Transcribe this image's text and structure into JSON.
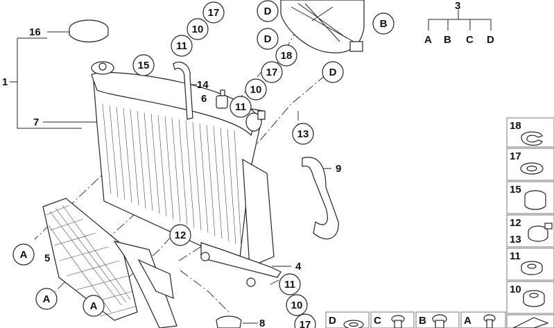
{
  "callouts": {
    "c17a": "17",
    "c10a": "10",
    "c11a": "11",
    "c15": "15",
    "c6": "6",
    "c11b": "11",
    "cD1": "D",
    "cD2": "D",
    "cB": "B",
    "cD3": "D",
    "c18": "18",
    "c17b": "17",
    "c10b": "10",
    "c13": "13",
    "c12": "12",
    "c11c": "11",
    "c10c": "10",
    "c17c": "17",
    "cA1": "A",
    "cA2": "A",
    "cA3": "A"
  },
  "labels": {
    "l16": "16",
    "l1": "1",
    "l7": "7",
    "l14": "14",
    "l9": "9",
    "l5": "5",
    "l4": "4",
    "l8": "8",
    "l3": "3",
    "l3A": "A",
    "l3B": "B",
    "l3C": "C",
    "l3D": "D"
  },
  "legend": {
    "items": [
      {
        "num": "18"
      },
      {
        "num": "17"
      },
      {
        "num": "15"
      },
      {
        "num": "12",
        "num2": "13"
      },
      {
        "num": "11"
      },
      {
        "num": "10"
      }
    ],
    "bottom": [
      "D",
      "C",
      "B",
      "A"
    ]
  }
}
